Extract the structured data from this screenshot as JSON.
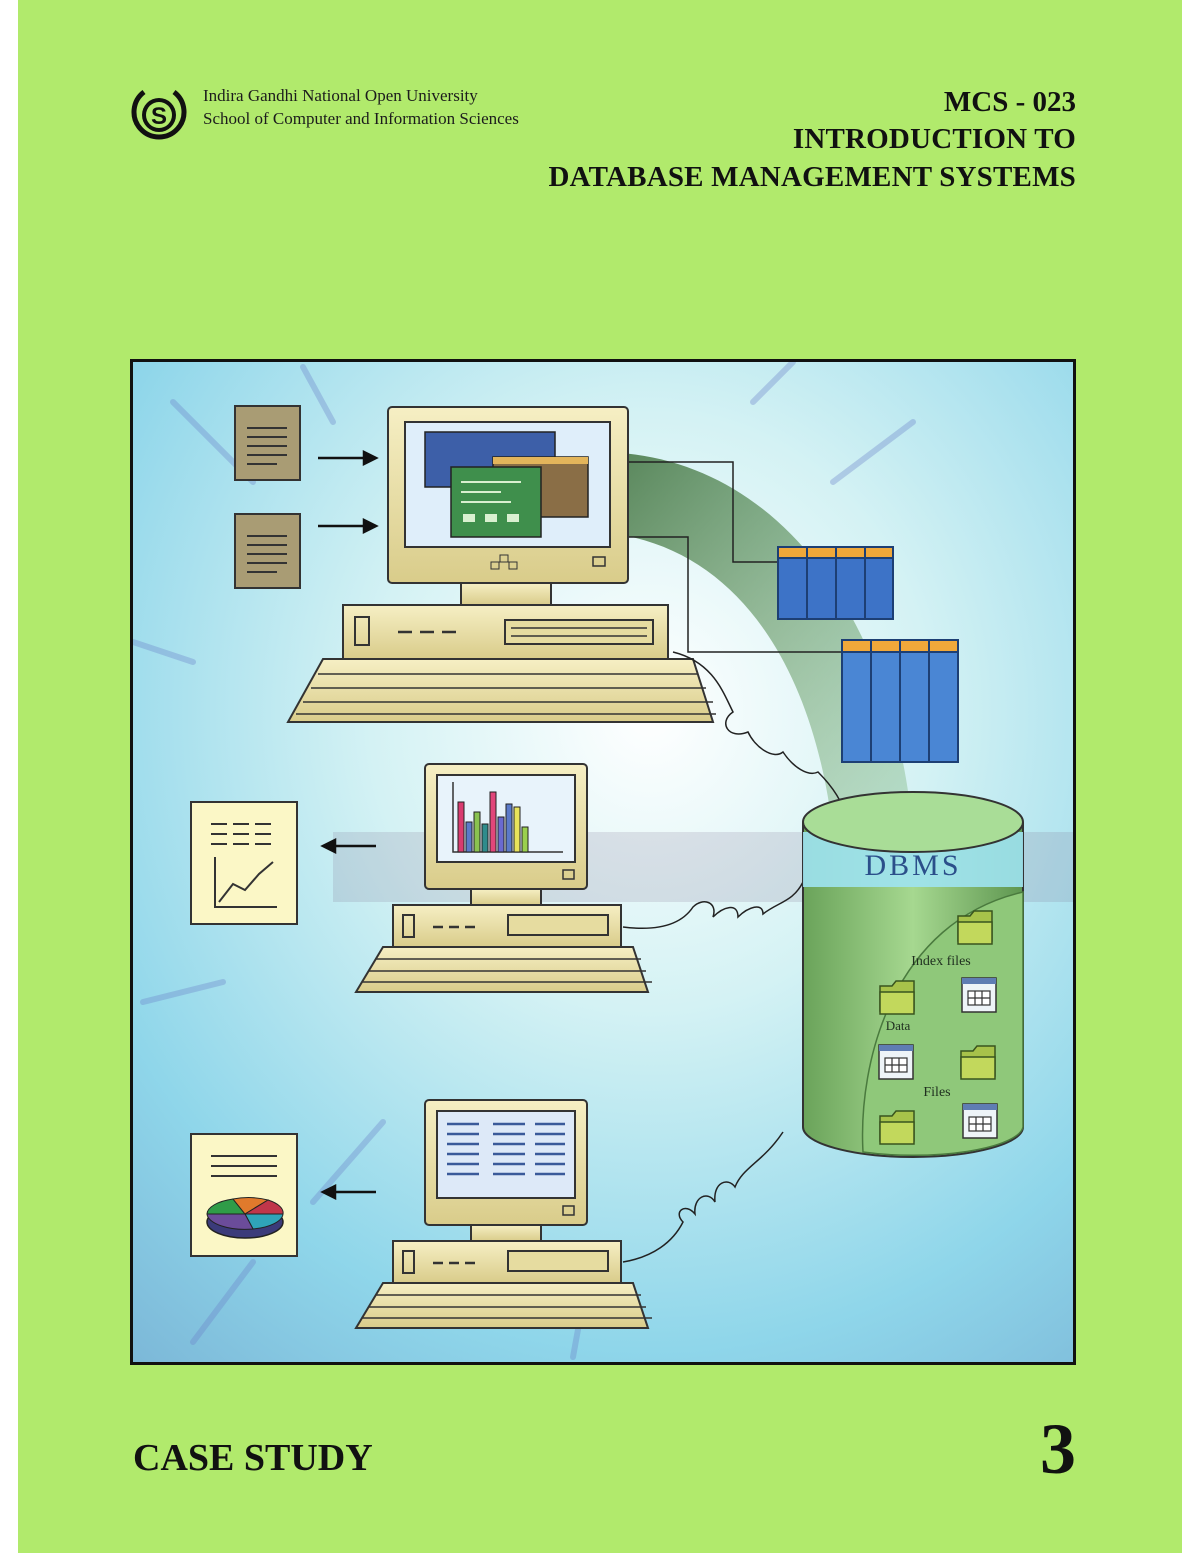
{
  "header": {
    "institution_line1": "Indira Gandhi National Open University",
    "institution_line2": "School of Computer and Information Sciences",
    "course_code": "MCS - 023",
    "title_line1": "INTRODUCTION TO",
    "title_line2": "DATABASE MANAGEMENT SYSTEMS"
  },
  "illustration": {
    "dbms_label": "DBMS",
    "index_files_label": "Index files",
    "data_label": "Data",
    "files_label": "Files"
  },
  "footer": {
    "section_label": "CASE STUDY",
    "unit_number": "3"
  },
  "colors": {
    "cover_background": "#b1ea6c",
    "text": "#111111",
    "computer_beige": "#ece2a6",
    "dbms_cylinder": "#7fb36a"
  },
  "icons": [
    "ignou-logo-icon",
    "document-icon",
    "report-chart-icon",
    "report-pie-icon",
    "folder-icon",
    "file-grid-icon",
    "arrow-icon"
  ]
}
